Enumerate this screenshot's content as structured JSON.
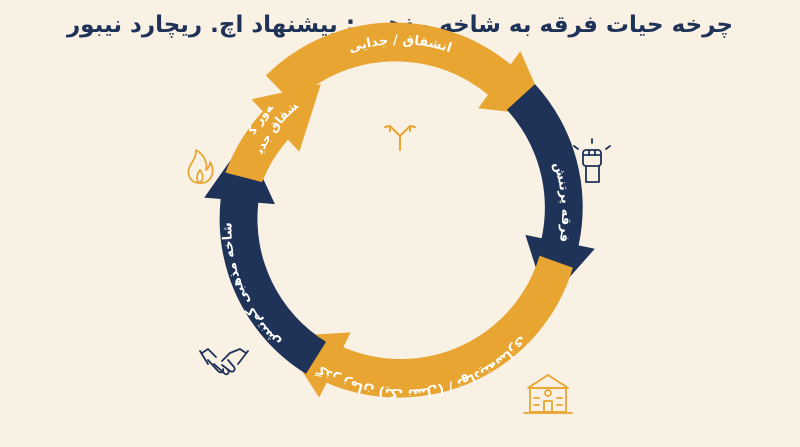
{
  "title": "چرخه حیات فرقه به شاخه مذهبی: پیشنهاد اچ. ریچارد نیبور",
  "colors": {
    "background": "#f9f1e4",
    "title": "#1f3358",
    "orange": "#e9a531",
    "navy": "#1f3358"
  },
  "stages": [
    {
      "label": "انشقاق / جدایی",
      "color": "orange",
      "icon": "split-arrow-icon"
    },
    {
      "label": "فرقه پرتنش",
      "color": "navy",
      "icon": "raised-fist-icon"
    },
    {
      "label": "گذر زمان (یک نسل) / نهادینه‌سازی",
      "color": "orange",
      "icon": "institution-building-icon"
    },
    {
      "label": "شاخه مذهبی کم‌تنش",
      "color": "navy",
      "icon": "handshake-icon"
    },
    {
      "label_line1": "شعله‌ور کردن",
      "label_line2": "انشقاق جدید",
      "color": "orange",
      "icon": "flame-icon"
    }
  ]
}
